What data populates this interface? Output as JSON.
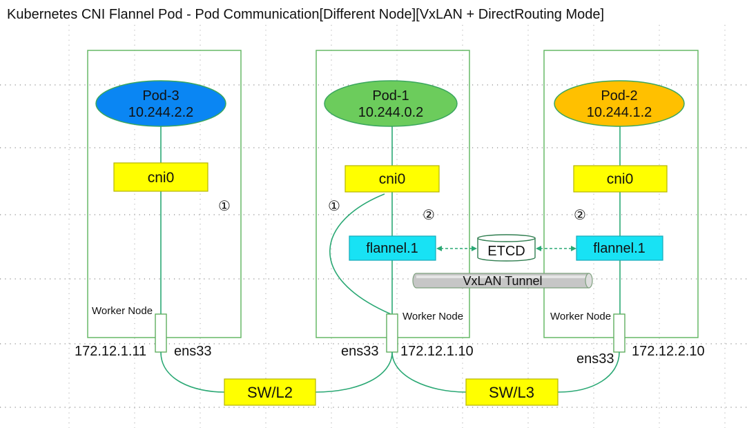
{
  "title": "Kubernetes CNI Flannel Pod - Pod Communication[Different Node][VxLAN + DirectRouting Mode]",
  "nodes": [
    {
      "pod": {
        "name": "Pod-3",
        "ip": "10.244.2.2",
        "color": "#0a86f3"
      },
      "bridge": "cni0",
      "host_label": "Worker Node",
      "nic": {
        "name": "ens33",
        "ip": "172.12.1.11"
      },
      "steps": [
        "①"
      ]
    },
    {
      "pod": {
        "name": "Pod-1",
        "ip": "10.244.0.2",
        "color": "#6ccc5c"
      },
      "bridge": "cni0",
      "vtep": "flannel.1",
      "host_label": "Worker Node",
      "nic": {
        "name": "ens33",
        "ip": "172.12.1.10"
      },
      "steps": [
        "①",
        "②"
      ]
    },
    {
      "pod": {
        "name": "Pod-2",
        "ip": "10.244.1.2",
        "color": "#ffc000"
      },
      "bridge": "cni0",
      "vtep": "flannel.1",
      "host_label": "Worker Node",
      "nic": {
        "name": "ens33",
        "ip": "172.12.2.10"
      },
      "steps": [
        "②"
      ]
    }
  ],
  "etcd": "ETCD",
  "tunnel": "VxLAN Tunnel",
  "switches": [
    "SW/L2",
    "SW/L3"
  ],
  "colors": {
    "node_border": "#66b866",
    "link": "#2aa874",
    "bridge_fill": "#ffff00",
    "vtep_fill": "#18e2f4",
    "switch_fill": "#ffff00",
    "tunnel_fill": "#c6c6c6"
  }
}
